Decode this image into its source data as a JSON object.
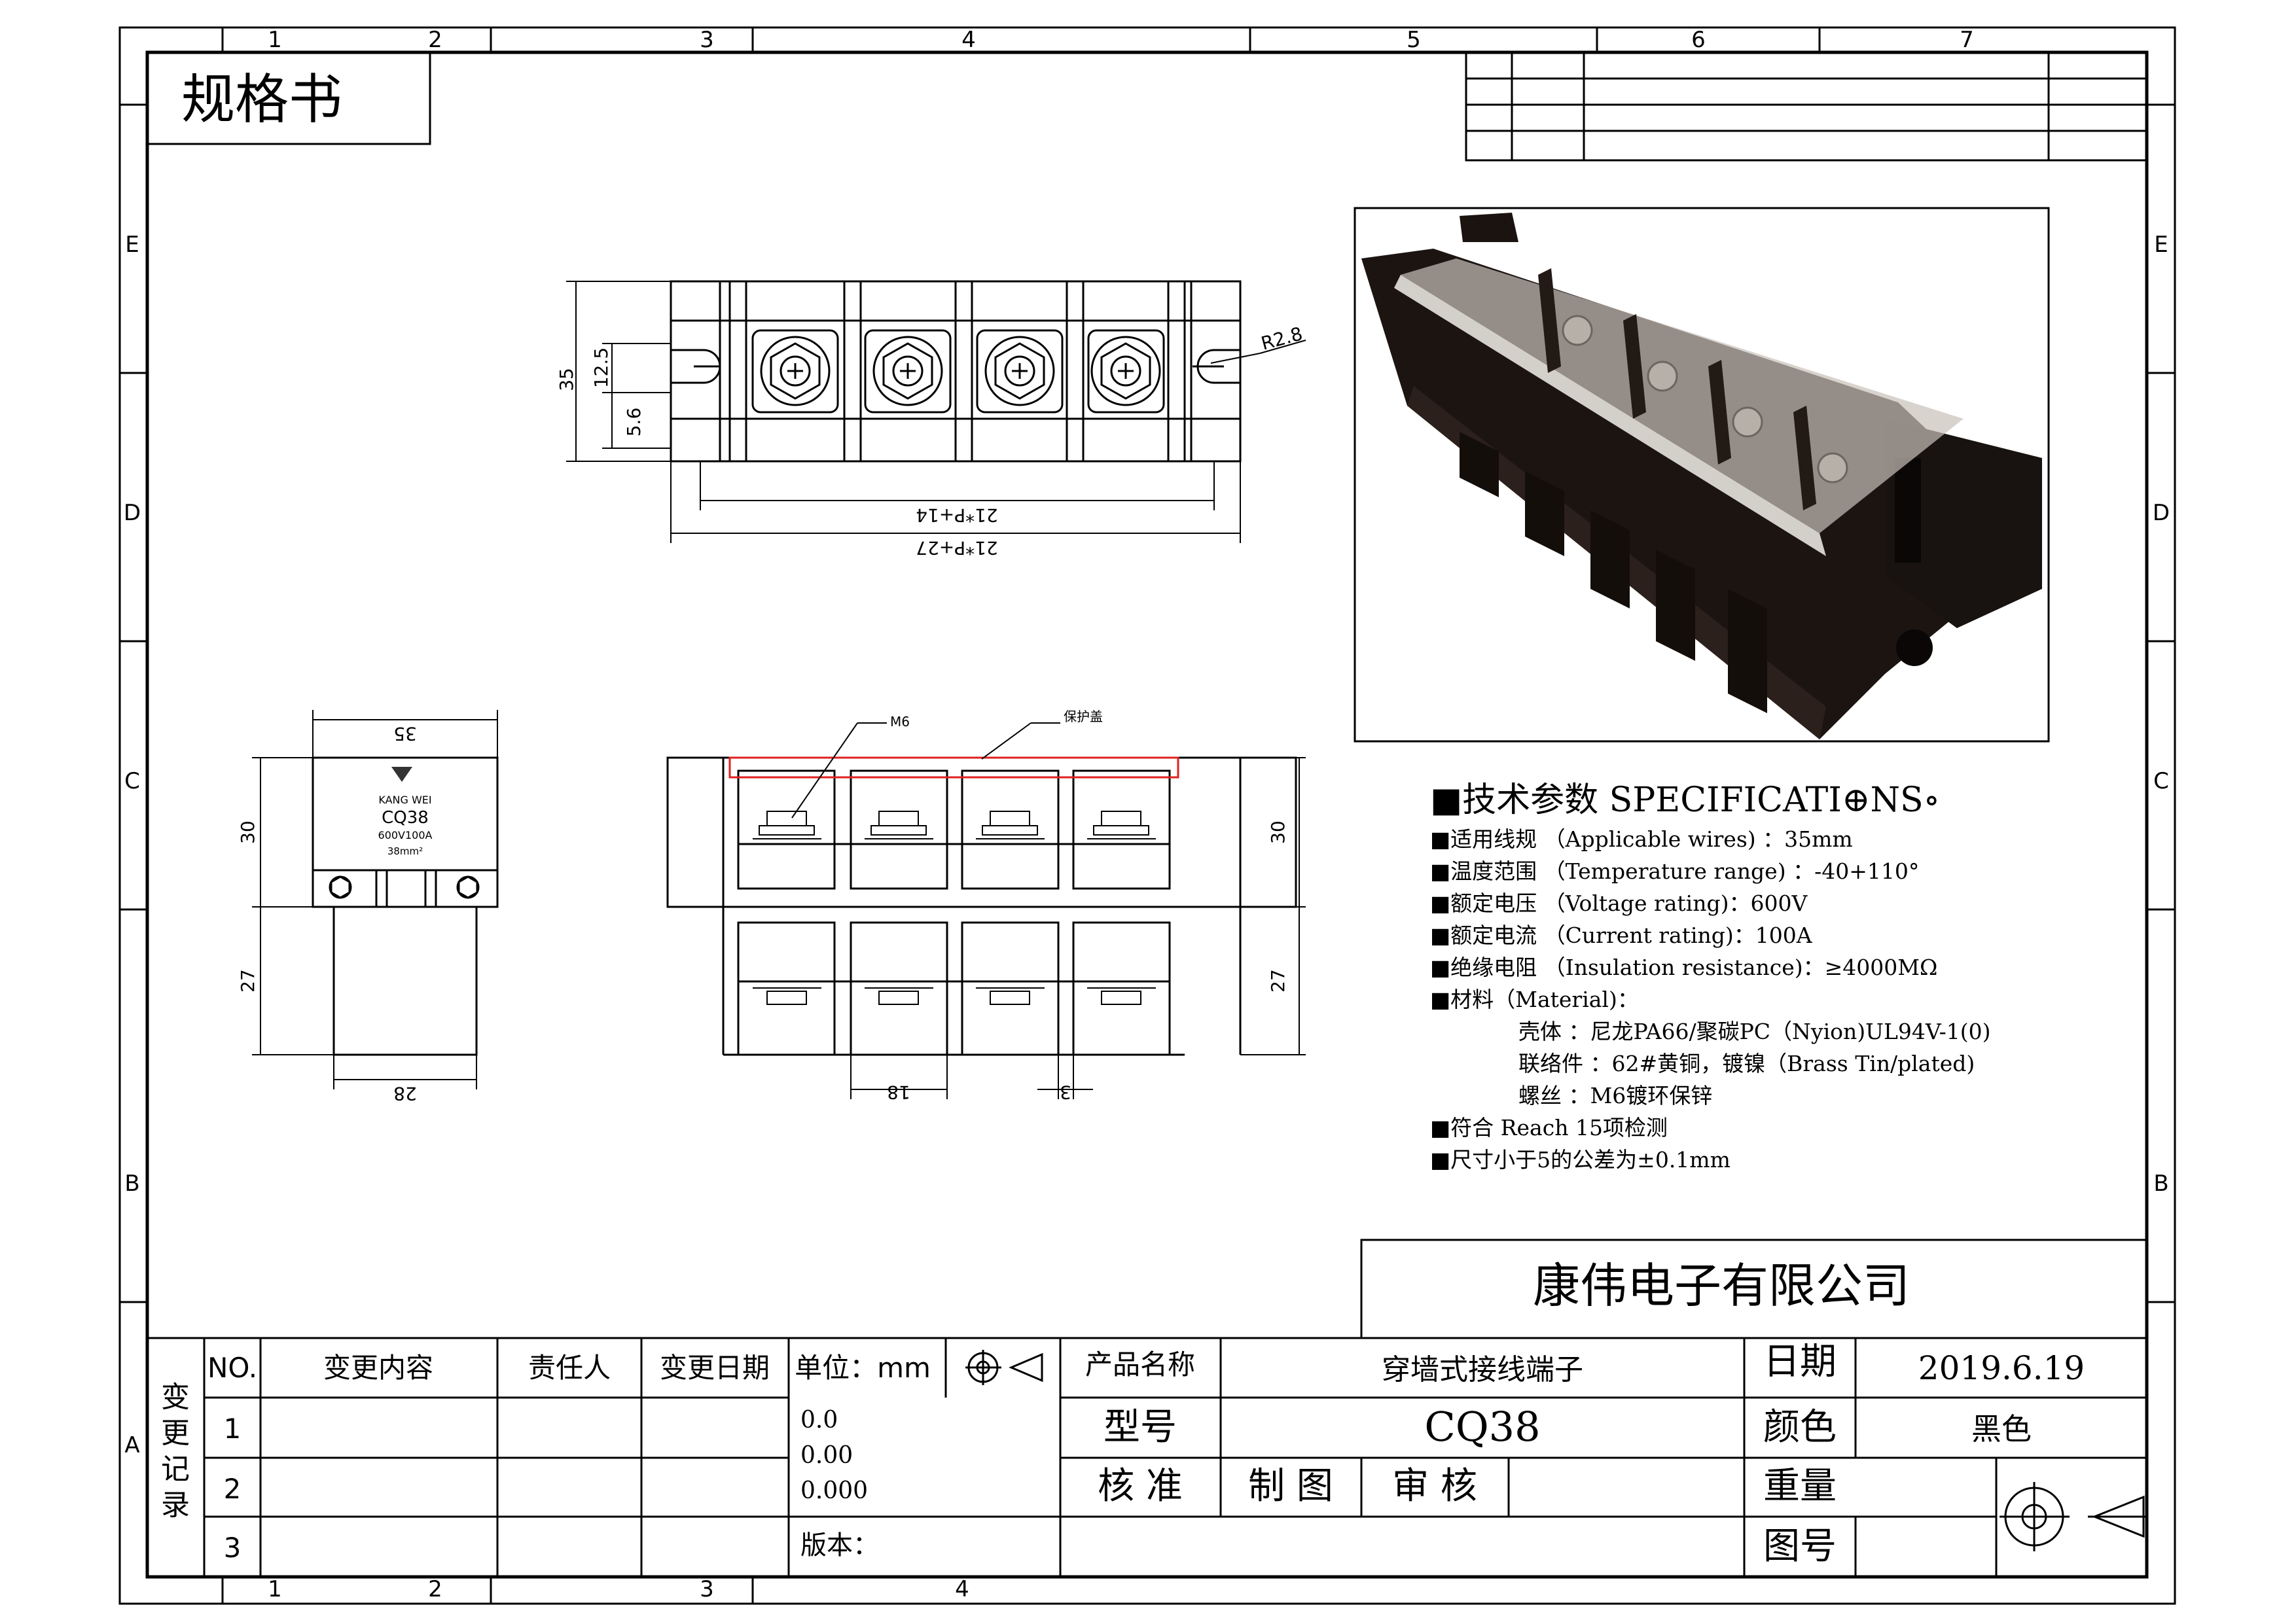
{
  "sheet": {
    "title": "规格书",
    "column_numbers": [
      "1",
      "2",
      "3",
      "4",
      "5",
      "6",
      "7"
    ],
    "bottom_column_numbers": [
      "1",
      "2",
      "3",
      "4"
    ],
    "row_letters": [
      "E",
      "D",
      "C",
      "B",
      "A"
    ]
  },
  "top_drawing": {
    "dim_35": "35",
    "dim_12_5": "12.5",
    "dim_5_6": "5.6",
    "dim_r2_8": "R2.8",
    "dim_inner": "21*P+14",
    "dim_outer": "21*P+27"
  },
  "side_drawing": {
    "dim_top": "35",
    "dim_left_upper": "30",
    "dim_left_lower": "27",
    "dim_bottom": "28",
    "brand": "KANG WEI",
    "model": "CQ38",
    "rating": "600V100A",
    "section": "38mm²"
  },
  "front_drawing": {
    "label_m6": "M6",
    "label_cover": "保护盖",
    "dim_right_upper": "30",
    "dim_right_lower": "27",
    "dim_pitch": "18",
    "dim_gap": "3"
  },
  "specs": {
    "heading": "■技术参数  SPECIFICATI⊕NS∘",
    "lines": [
      "■适用线规 （Applicable wires) ：35mm",
      "■温度范围 （Temperature range) ：-40+110°",
      "■额定电压 （Voltage rating)：600V",
      "■额定电流 （Current rating)：100A",
      "■绝缘电阻 （Insulation resistance)：≥4000MΩ",
      "■材料（Material)：",
      "壳体 ：尼龙PA66/聚碳PC（Nyion)UL94V-1(0)",
      "联络件 ：62#黄铜，镀镍（Brass  Tin/plated)",
      "螺丝 ：M6镀环保锌",
      "■符合 Reach  15项检测",
      "■尺寸小于5的公差为±0.1mm"
    ]
  },
  "title_block": {
    "company": "康伟电子有限公司",
    "change_record_label": "变更记录",
    "headers": {
      "no": "NO.",
      "content": "变更内容",
      "person": "责任人",
      "date": "变更日期",
      "unit": "单位：mm",
      "product_name_label": "产品名称",
      "date_label": "日期"
    },
    "rows": [
      "1",
      "2",
      "3"
    ],
    "tolerances": [
      "0.0",
      "0.00",
      "0.000"
    ],
    "version_label": "版本：",
    "product_name": "穿墙式接线端子",
    "date_value": "2019.6.19",
    "model_label": "型号",
    "model_value": "CQ38",
    "color_label": "颜色",
    "color_value": "黑色",
    "approve_label": "核 准",
    "draw_label": "制 图",
    "review_label": "审 核",
    "weight_label": "重量",
    "drawing_no_label": "图号"
  }
}
